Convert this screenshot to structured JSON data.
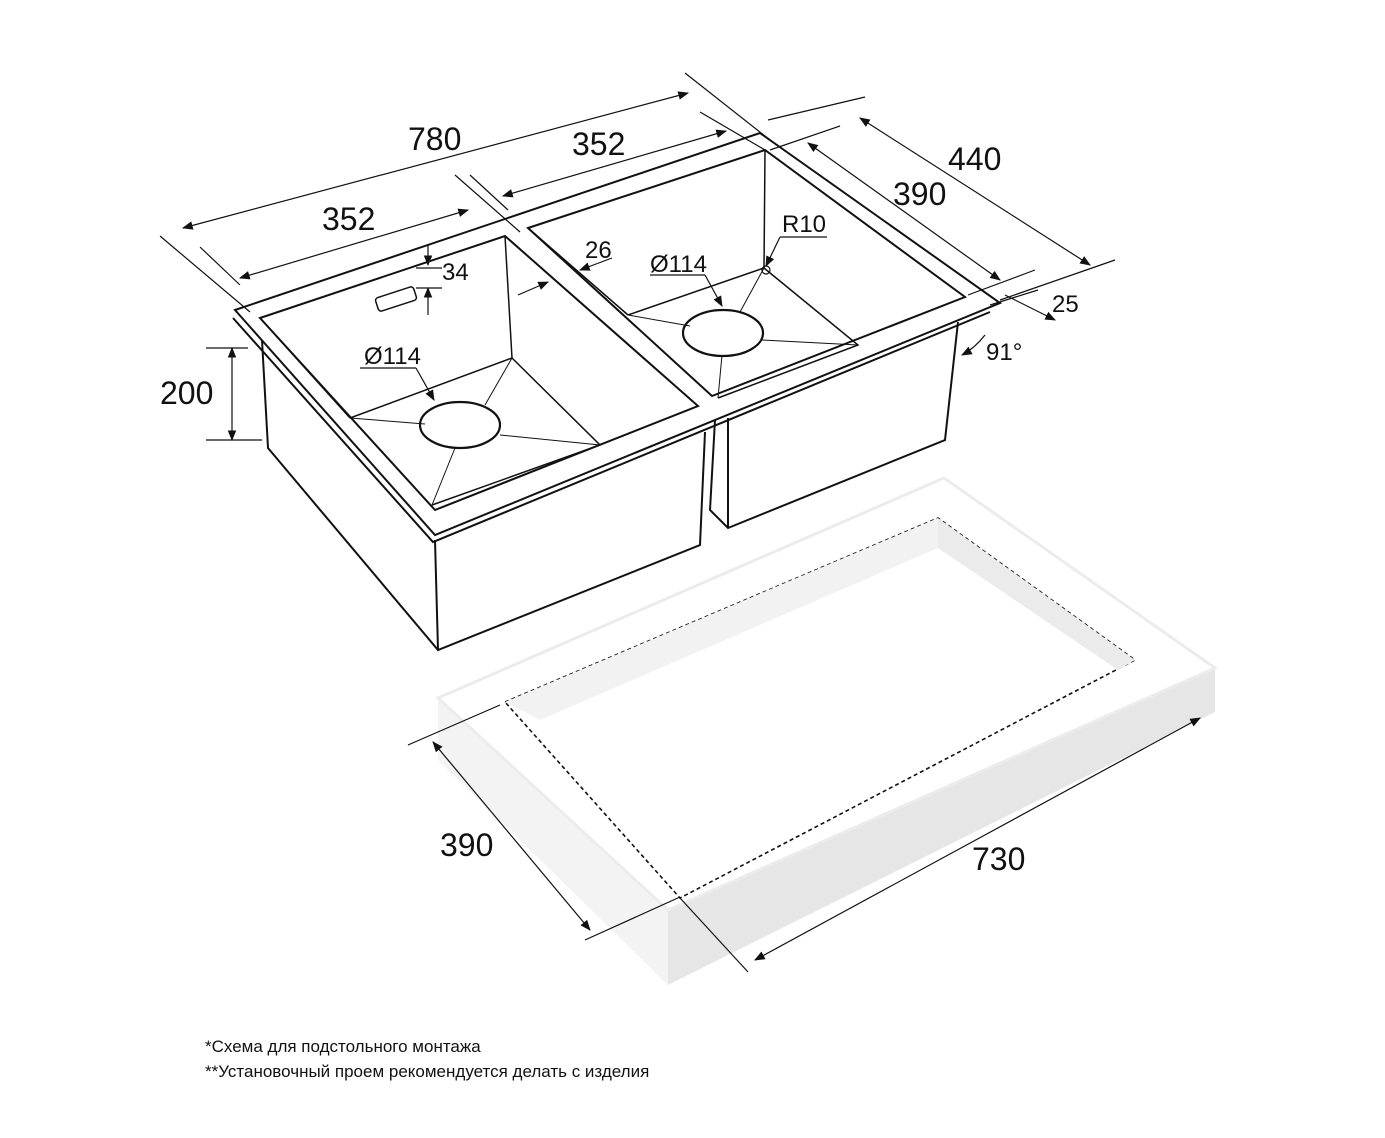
{
  "dimensions": {
    "overall_length": "780",
    "bowl_left_length": "352",
    "bowl_right_length": "352",
    "overall_width": "440",
    "bowl_width": "390",
    "depth": "200",
    "rim_width": "25",
    "divider_width": "26",
    "plate_offset": "34",
    "drain_left": "Ø114",
    "drain_right": "Ø114",
    "corner_radius": "R10",
    "wall_angle": "91°",
    "cutout_width": "390",
    "cutout_length": "730"
  },
  "notes": [
    "*Схема для подстольного монтажа",
    "**Установочный проем рекомендуется делать с изделия"
  ],
  "colors": {
    "line": "#111111",
    "countertop_top": "#ffffff",
    "countertop_side": "#ebebeb"
  }
}
